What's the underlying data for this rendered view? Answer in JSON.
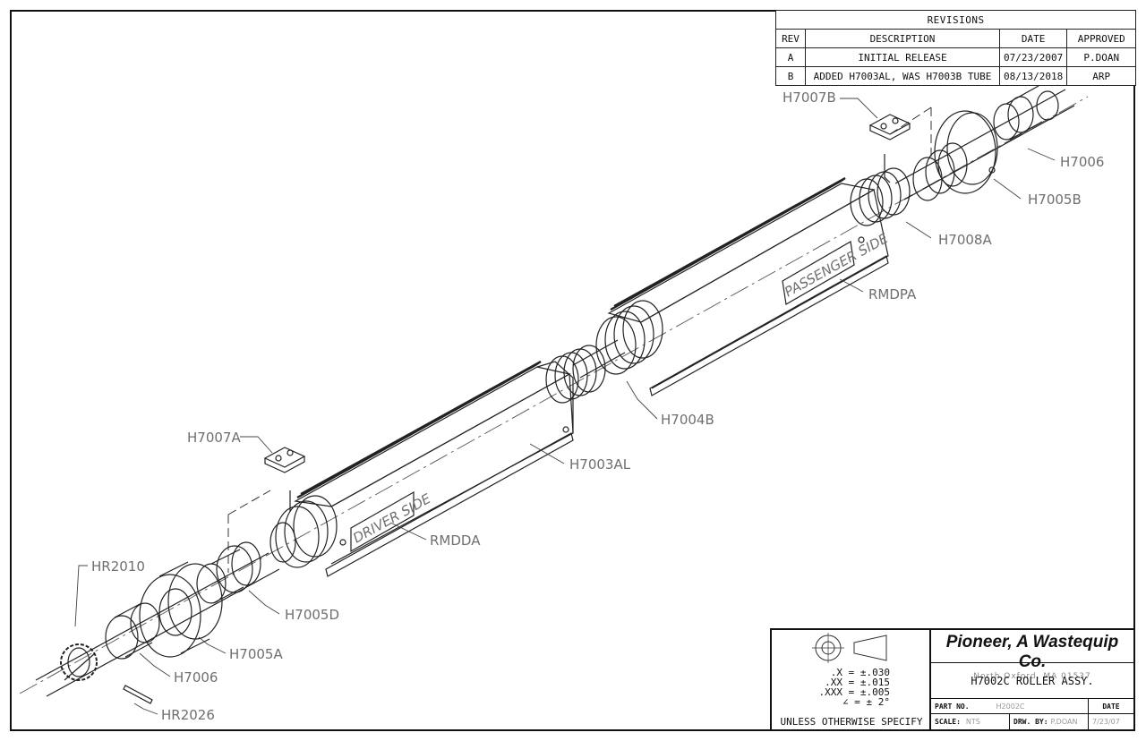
{
  "revisions": {
    "title": "REVISIONS",
    "headers": {
      "rev": "REV",
      "description": "DESCRIPTION",
      "date": "DATE",
      "approved": "APPROVED"
    },
    "rows": [
      {
        "rev": "A",
        "description": "INITIAL RELEASE",
        "date": "07/23/2007",
        "approved": "P.DOAN"
      },
      {
        "rev": "B",
        "description": "ADDED H7003AL, WAS H7003B TUBE",
        "date": "08/13/2018",
        "approved": "ARP"
      }
    ]
  },
  "callouts": {
    "h7007b": "H7007B",
    "h7006_top": "H7006",
    "h7005b": "H7005B",
    "h7008a": "H7008A",
    "rmdpa": "RMDPA",
    "h7004b": "H7004B",
    "h7003al": "H7003AL",
    "h7007a": "H7007A",
    "rmdda": "RMDDA",
    "hr2010": "HR2010",
    "h7005d": "H7005D",
    "h7005a": "H7005A",
    "h7006_bottom": "H7006",
    "hr2026": "HR2026"
  },
  "parts_labels": {
    "passenger_side": "PASSENGER SIDE",
    "driver_side": "DRIVER SIDE"
  },
  "title_block": {
    "tolerances": [
      ".X = ±.030",
      ".XX = ±.015",
      ".XXX = ±.005",
      "∠ = ± 2°"
    ],
    "tolerance_note": "UNLESS OTHERWISE SPECIFY",
    "company": "Pioneer, A Wastequip Co.",
    "address": "North Oxford, MA    01537",
    "drawing_title": "H7002C ROLLER ASSY.",
    "part_no_label": "PART NO.",
    "part_no": "H2002C",
    "date_label": "DATE",
    "scale_label": "SCALE:",
    "scale": "NTS",
    "drawn_by_label": "DRW. BY:",
    "drawn_by": "P.DOAN",
    "date": "7/23/07"
  }
}
